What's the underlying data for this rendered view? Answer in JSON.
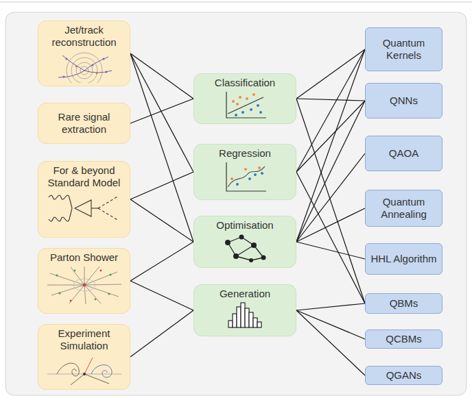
{
  "diagram": {
    "nodes": [
      {
        "text": [
          "Jet/track reconstruction"
        ]
      },
      {
        "text": [
          "Rare signal extraction"
        ]
      },
      {
        "text": [
          "For & beyond Standard Model"
        ]
      },
      {
        "text": [
          "Parton Shower"
        ]
      },
      {
        "text": [
          "Experiment Simulation"
        ]
      },
      {
        "text": [
          "Classification"
        ]
      },
      {
        "text": [
          "Regression"
        ]
      },
      {
        "text": [
          "Optimisation"
        ]
      },
      {
        "text": [
          "Generation"
        ]
      },
      {
        "text": [
          "Quantum Kernels"
        ]
      },
      {
        "text": [
          "QNNs"
        ]
      },
      {
        "text": [
          "QAOA"
        ]
      },
      {
        "text": [
          "Quantum Annealing"
        ]
      },
      {
        "text": [
          "HHL Algorithm"
        ]
      },
      {
        "text": [
          "QBMs"
        ]
      },
      {
        "text": [
          "QCBMs"
        ]
      },
      {
        "text": [
          "QGANs"
        ]
      }
    ],
    "edges": [
      {
        "from": 0,
        "to": 5,
        "arrow": "none"
      },
      {
        "from": 0,
        "to": 6,
        "arrow": "none"
      },
      {
        "from": 0,
        "to": 7,
        "arrow": "none"
      },
      {
        "from": 1,
        "to": 5,
        "arrow": "none"
      },
      {
        "from": 2,
        "to": 6,
        "arrow": "none"
      },
      {
        "from": 2,
        "to": 7,
        "arrow": "none"
      },
      {
        "from": 3,
        "to": 7,
        "arrow": "none"
      },
      {
        "from": 3,
        "to": 8,
        "arrow": "none"
      },
      {
        "from": 4,
        "to": 8,
        "arrow": "none"
      },
      {
        "from": 5,
        "to": 9,
        "arrow": "none"
      },
      {
        "from": 5,
        "to": 10,
        "arrow": "none"
      },
      {
        "from": 5,
        "to": 14,
        "arrow": "none"
      },
      {
        "from": 6,
        "to": 9,
        "arrow": "none"
      },
      {
        "from": 6,
        "to": 10,
        "arrow": "none"
      },
      {
        "from": 6,
        "to": 14,
        "arrow": "none"
      },
      {
        "from": 7,
        "to": 9,
        "arrow": "none"
      },
      {
        "from": 7,
        "to": 10,
        "arrow": "none"
      },
      {
        "from": 7,
        "to": 11,
        "arrow": "none"
      },
      {
        "from": 7,
        "to": 12,
        "arrow": "none"
      },
      {
        "from": 7,
        "to": 13,
        "arrow": "none"
      },
      {
        "from": 8,
        "to": 14,
        "arrow": "none"
      },
      {
        "from": 8,
        "to": 15,
        "arrow": "none"
      },
      {
        "from": 8,
        "to": 16,
        "arrow": "none"
      }
    ]
  }
}
